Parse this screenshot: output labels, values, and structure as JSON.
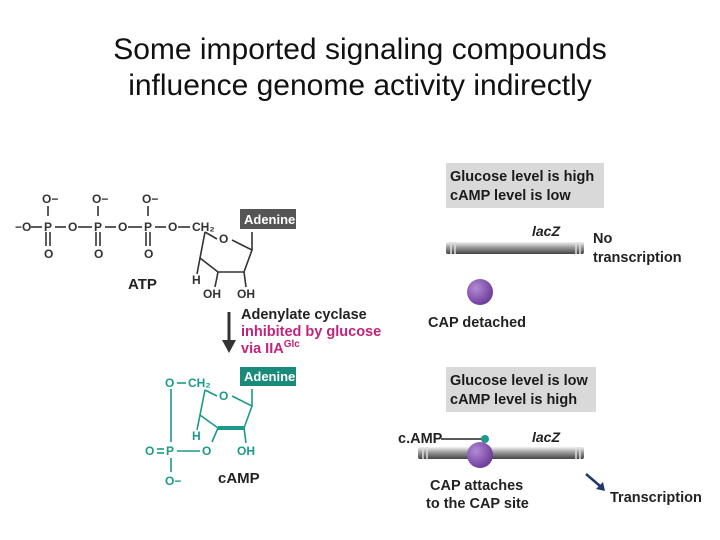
{
  "slide": {
    "title_line1": "Some imported signaling compounds",
    "title_line2": "influence genome activity indirectly"
  },
  "atp": {
    "label": "ATP",
    "adenine": "Adenine",
    "o_minus": "O−",
    "minus_o": "−O",
    "p": "P",
    "o": "O",
    "ch2": "CH₂",
    "h": "H",
    "oh": "OH",
    "colors": {
      "adenine_tag": "#555555",
      "bond": "#333333"
    }
  },
  "enzyme": {
    "line1": "Adenylate cyclase",
    "line2": "inhibited by glucose",
    "line3": "via IIA",
    "sup": "Glc",
    "colors": {
      "highlight": "#c0237a"
    }
  },
  "camp": {
    "label": "cAMP",
    "adenine": "Adenine",
    "colors": {
      "structure": "#1a9a8a",
      "adenine_tag": "#1a8a7a"
    }
  },
  "panel_high": {
    "box_line1": "Glucose level is high",
    "box_line2": "cAMP level is low",
    "gene": "lacZ",
    "result_line1": "No",
    "result_line2": "transcription",
    "cap": "CAP detached"
  },
  "panel_low": {
    "box_line1": "Glucose level is low",
    "box_line2": "cAMP level is high",
    "gene": "lacZ",
    "camp": "c.AMP",
    "cap_line1": "CAP attaches",
    "cap_line2": "to the CAP site",
    "result": "Transcription",
    "colors": {
      "cap": "#7b4aa8",
      "camp_dot": "#1a9a8a"
    }
  }
}
